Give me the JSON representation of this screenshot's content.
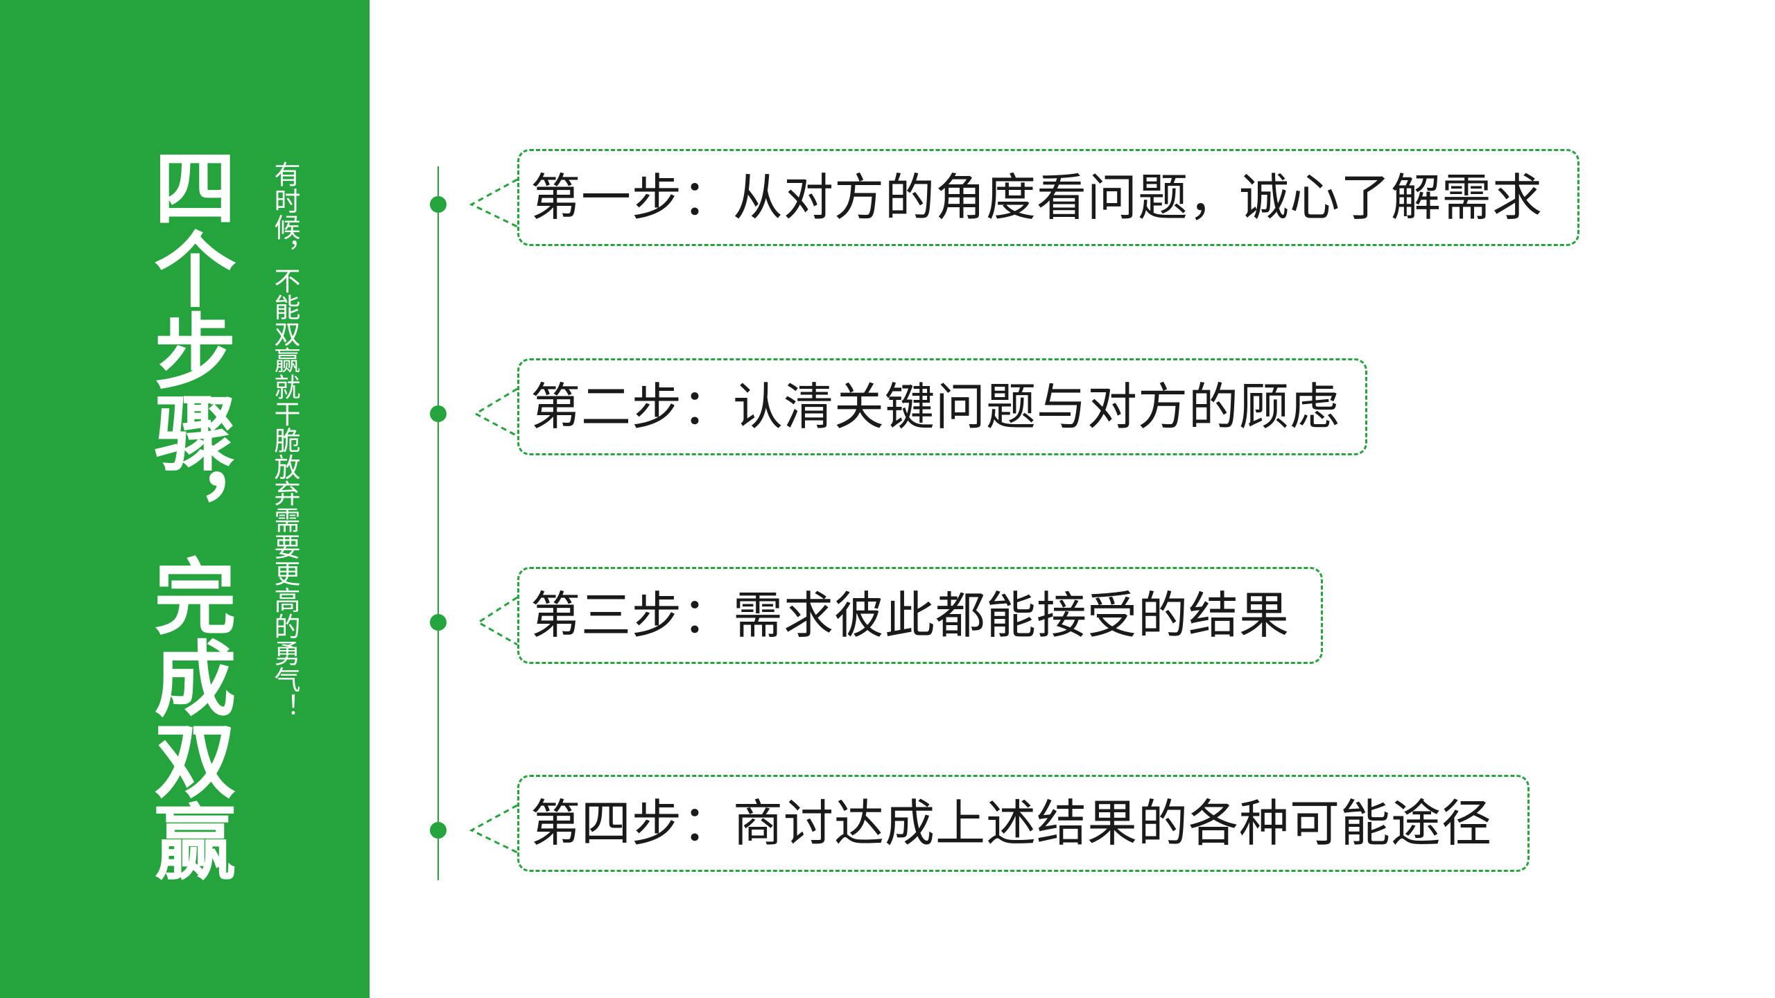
{
  "sidebar": {
    "title": "四个步骤，完成双赢",
    "subtitle": "有时候，不能双赢就干脆放弃需要更高的勇气！"
  },
  "steps": [
    {
      "label": "第一步：从对方的角度看问题，诚心了解需求"
    },
    {
      "label": "第二步：认清关键问题与对方的顾虑"
    },
    {
      "label": "第三步：需求彼此都能接受的结果"
    },
    {
      "label": "第四步：商讨达成上述结果的各种可能途径"
    }
  ],
  "colors": {
    "accent": "#25a33c",
    "text": "#1a1a1a",
    "background": "#ffffff"
  }
}
